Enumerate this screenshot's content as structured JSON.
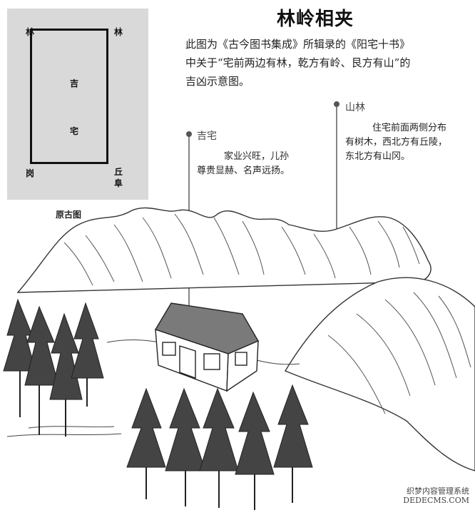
{
  "title": "林岭相夹",
  "description": {
    "line1": "此图为《古今图书集成》所辑录的《阳宅十书》",
    "line2": "中关于“宅前两边有林，乾方有岭、艮方有山”的",
    "line3": "吉凶示意图。"
  },
  "original_diagram": {
    "caption": "原古图",
    "top_left": "林",
    "top_right": "林",
    "center_top": "吉",
    "center_bottom": "宅",
    "bottom_left": "岗",
    "bottom_right_1": "丘",
    "bottom_right_2": "阜"
  },
  "callouts": {
    "house": {
      "title": "吉宅",
      "line1": "家业兴旺，儿孙",
      "line2": "尊贵显赫、名声远扬。"
    },
    "forest": {
      "title": "山林",
      "line1": "住宅前面两侧分布",
      "line2": "有树木，西北方有丘陵，",
      "line3": "东北方有山冈。"
    }
  },
  "watermark": {
    "line1": "织梦内容管理系统",
    "line2": "DEDECMS.COM"
  }
}
